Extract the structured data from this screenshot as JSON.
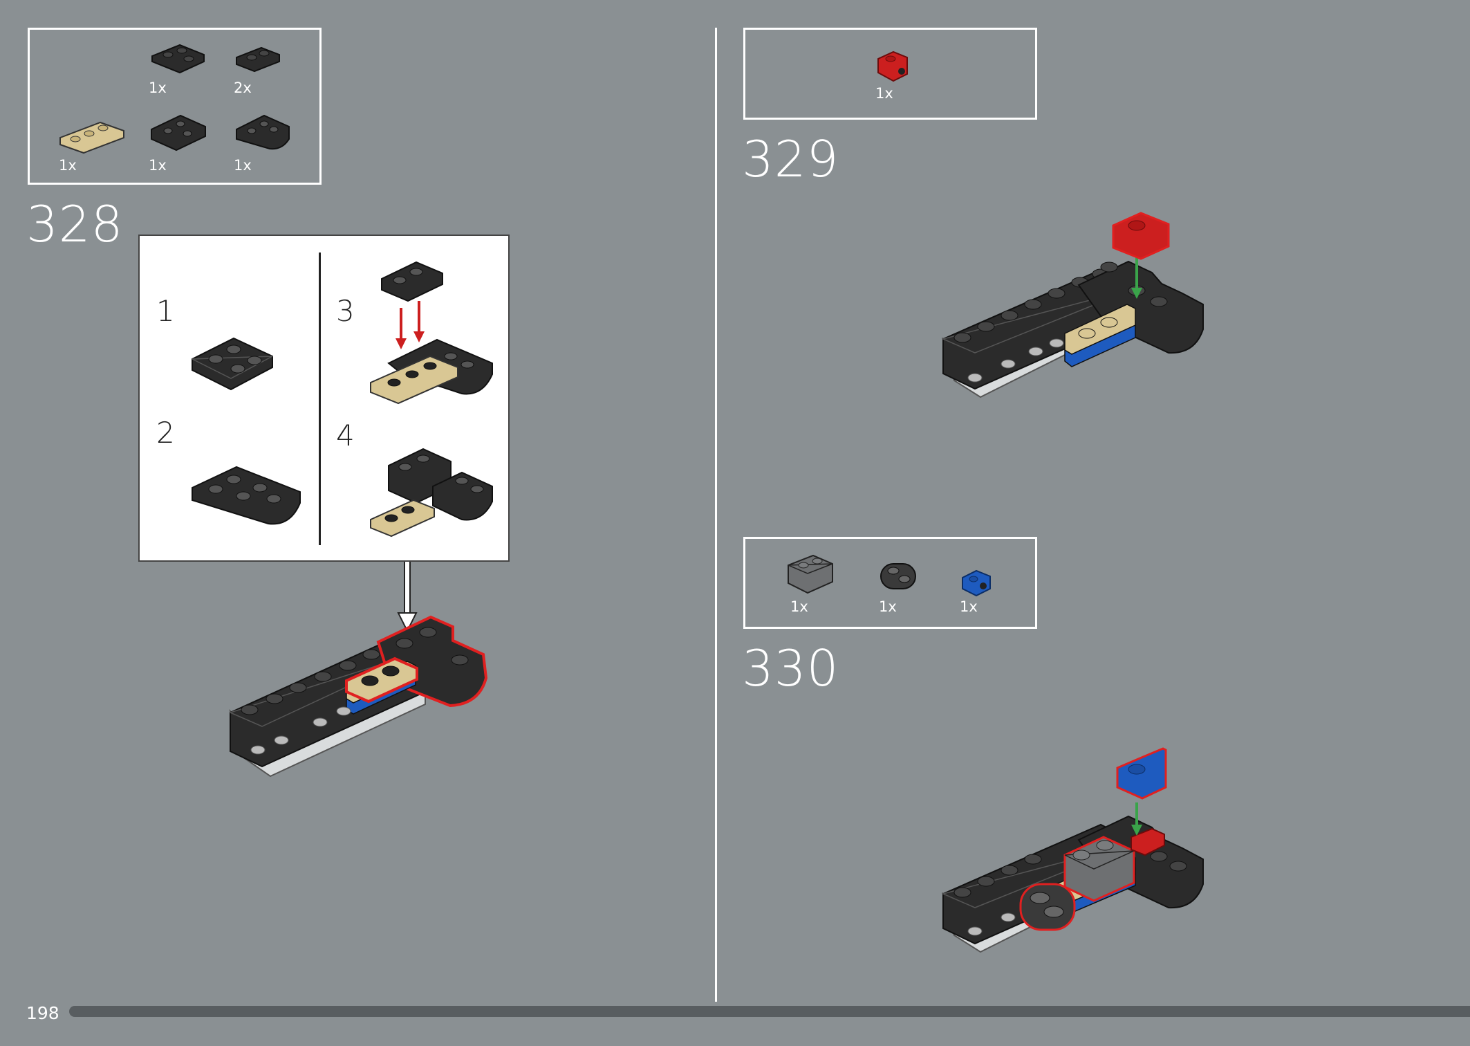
{
  "page": {
    "number": "198",
    "background": "#8a9093"
  },
  "steps": [
    {
      "number": "328",
      "parts": [
        {
          "part": "dark-gray-plate-l",
          "qty": "1x"
        },
        {
          "part": "dark-gray-plate-1x2",
          "qty": "2x"
        },
        {
          "part": "tan-plate-1x3",
          "qty": "1x"
        },
        {
          "part": "dark-gray-inverted-slope",
          "qty": "1x"
        },
        {
          "part": "dark-gray-curved-slope",
          "qty": "1x"
        }
      ],
      "subassembly": {
        "substeps": [
          "1",
          "2",
          "3",
          "4"
        ]
      }
    },
    {
      "number": "329",
      "parts": [
        {
          "part": "red-bracket-1x1",
          "qty": "1x"
        }
      ]
    },
    {
      "number": "330",
      "parts": [
        {
          "part": "gray-brick-1x2",
          "qty": "1x"
        },
        {
          "part": "dark-gray-plate-round-ends",
          "qty": "1x"
        },
        {
          "part": "blue-bracket-1x1",
          "qty": "1x"
        }
      ]
    }
  ],
  "colors": {
    "dark_brick": "#2b2b2b",
    "tan": "#d9c794",
    "red": "#cc1f1f",
    "blue": "#1e5bbf",
    "green_arrow": "#3aa44a",
    "highlight": "#e02020"
  },
  "icons": [
    "down-arrow-icon"
  ]
}
